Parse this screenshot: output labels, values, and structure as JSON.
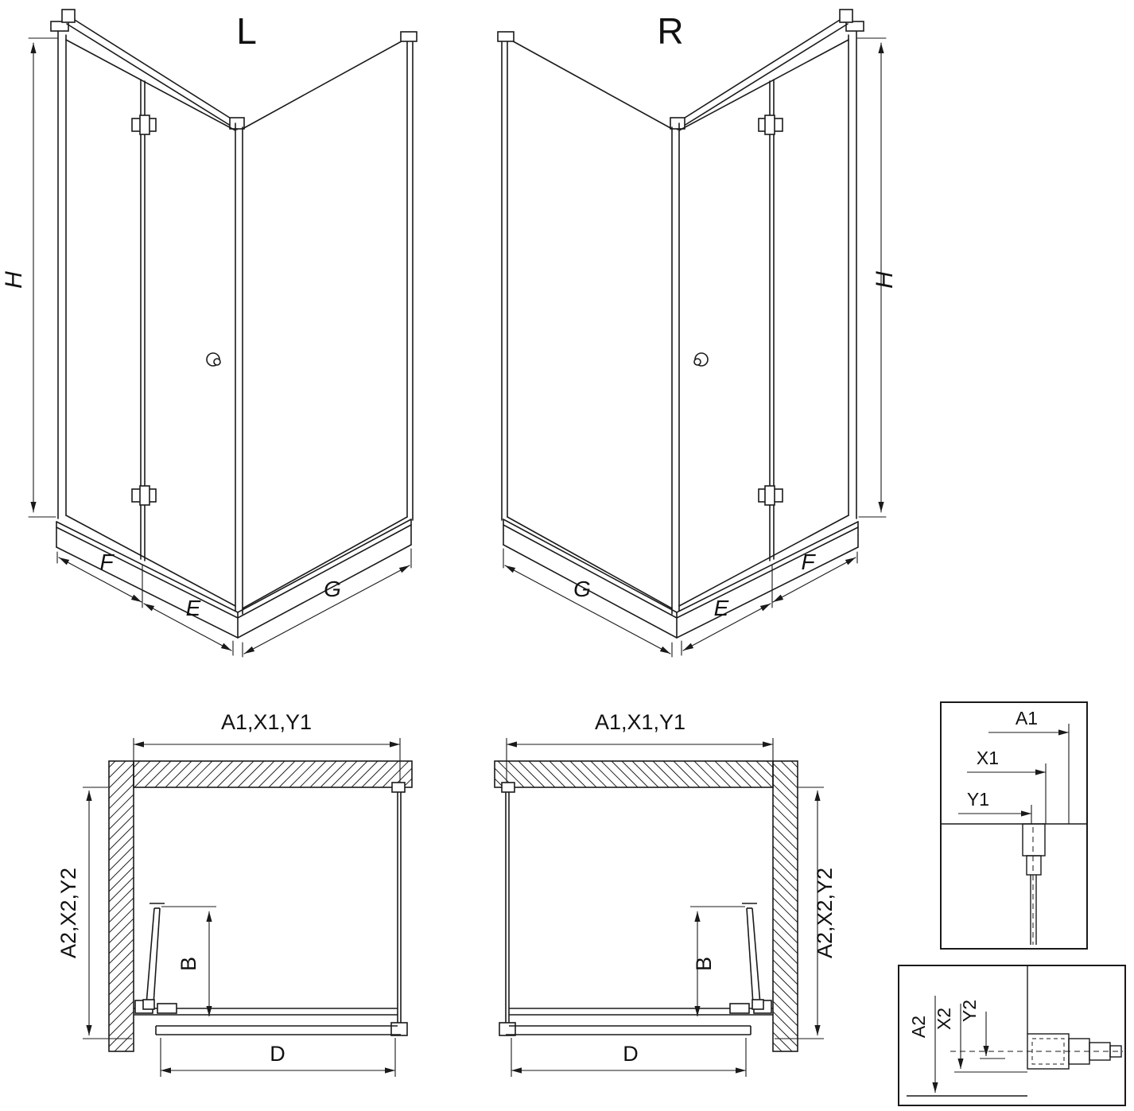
{
  "colors": {
    "line": "#1a1a1a",
    "background": "#ffffff"
  },
  "iso_left": {
    "variant_label": "L",
    "dim_height": "H",
    "dim_fixed": "F",
    "dim_door": "E",
    "dim_side": "G"
  },
  "iso_right": {
    "variant_label": "R",
    "dim_height": "H",
    "dim_fixed": "F",
    "dim_door": "E",
    "dim_side": "G"
  },
  "plan_left": {
    "dim_width_top": "A1,X1,Y1",
    "dim_depth_side": "A2,X2,Y2",
    "dim_door_open": "B",
    "dim_entry": "D"
  },
  "plan_right": {
    "dim_width_top": "A1,X1,Y1",
    "dim_depth_side": "A2,X2,Y2",
    "dim_door_open": "B",
    "dim_entry": "D"
  },
  "detail_wall_top": {
    "label_a1": "A1",
    "label_x1": "X1",
    "label_y1": "Y1"
  },
  "detail_wall_bottom": {
    "label_a2": "A2",
    "label_x2": "X2",
    "label_y2": "Y2"
  }
}
